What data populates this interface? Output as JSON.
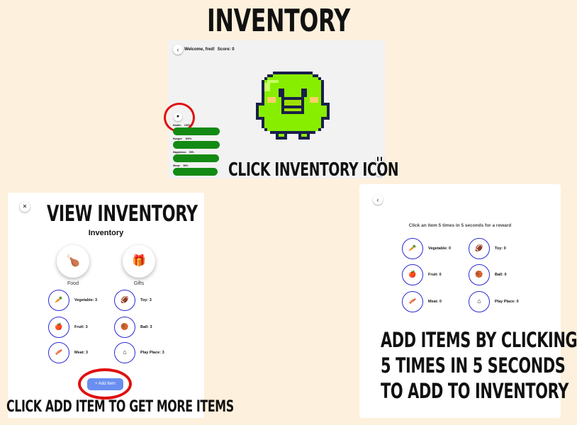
{
  "title": "INVENTORY",
  "game": {
    "welcome": "Welcome, fred!",
    "score": "Score: 0",
    "stats": [
      {
        "name": "Health:",
        "value": "100%",
        "level": 1.0
      },
      {
        "name": "Hunger:",
        "value": "100%",
        "level": 1.0
      },
      {
        "name": "Happiness:",
        "value": "99%",
        "level": 0.99
      },
      {
        "name": "Sleep:",
        "value": "96%",
        "level": 0.96
      }
    ],
    "caption": "CLICK INVENTORY ICON"
  },
  "inventory": {
    "caption": "VIEW INVENTORY",
    "heading": "Inventory",
    "categories": [
      {
        "label": "Food",
        "icon": "drumstick-icon"
      },
      {
        "label": "Gifts",
        "icon": "gift-icon"
      }
    ],
    "items": [
      {
        "label": "Vegetable: 3",
        "icon": "carrot-icon",
        "glyph": "🥕"
      },
      {
        "label": "Toy: 3",
        "icon": "football-icon",
        "glyph": "🏈"
      },
      {
        "label": "Fruit: 3",
        "icon": "apple-icon",
        "glyph": "🍎"
      },
      {
        "label": "Ball: 3",
        "icon": "basketball-icon",
        "glyph": "🏀"
      },
      {
        "label": "Meat: 3",
        "icon": "bacon-icon",
        "glyph": "🥓"
      },
      {
        "label": "Play Place: 3",
        "icon": "home-icon",
        "glyph": "⌂"
      }
    ],
    "add_button": "+ Add Item",
    "caption_bottom": "CLICK ADD ITEM TO GET MORE ITEMS"
  },
  "reward": {
    "hint": "Click an item 5 times in 5 seconds for a reward",
    "items": [
      {
        "label": "Vegetable: 0",
        "icon": "carrot-icon",
        "glyph": "🥕"
      },
      {
        "label": "Toy: 0",
        "icon": "football-icon",
        "glyph": "🏈"
      },
      {
        "label": "Fruit: 0",
        "icon": "apple-icon",
        "glyph": "🍎"
      },
      {
        "label": "Ball: 0",
        "icon": "basketball-icon",
        "glyph": "🏀"
      },
      {
        "label": "Meat: 0",
        "icon": "bacon-icon",
        "glyph": "🥓"
      },
      {
        "label": "Play Place: 0",
        "icon": "home-icon",
        "glyph": "⌂"
      }
    ],
    "caption_lines": [
      "ADD ITEMS BY CLICKING",
      "5 TIMES IN 5 SECONDS",
      "TO ADD TO INVENTORY"
    ]
  },
  "colors": {
    "background": "#fdf0dc",
    "highlight": "#e01010",
    "bar": "#138a13",
    "item_ring": "#2a2ad0",
    "button": "#6a8ff0",
    "pet_body": "#88ee00",
    "pet_outline": "#1a1f4a"
  }
}
